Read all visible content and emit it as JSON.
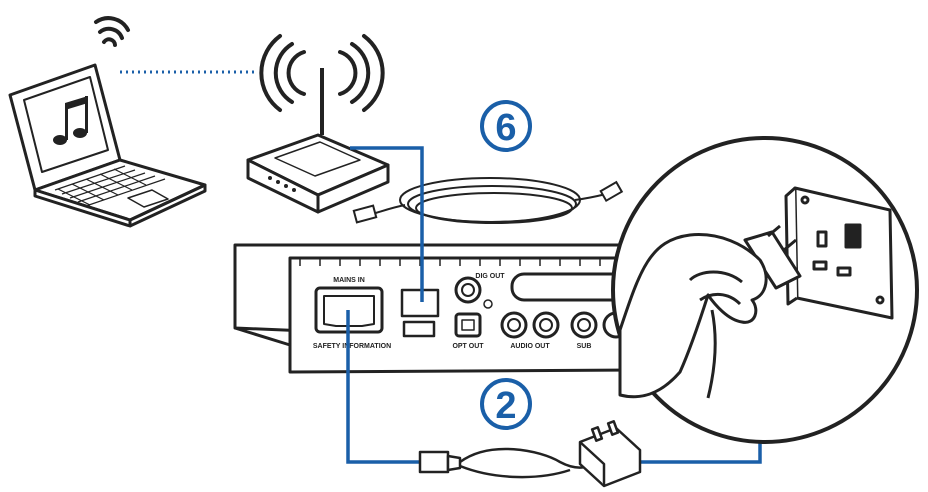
{
  "steps": {
    "network": "6",
    "power": "2"
  },
  "panel_labels": {
    "mains_in": "MAINS IN",
    "network_port": "",
    "dig_out": "DIG OUT",
    "safety": "SAFETY INFORMATION",
    "opt_out": "OPT OUT",
    "audio_out": "AUDIO OUT",
    "sub": "SUB"
  },
  "icons": {
    "laptop": "laptop-icon",
    "music": "music-note-icon",
    "wifi": "wifi-icon",
    "router": "router-icon",
    "cable": "ethernet-cable-icon",
    "plug": "uk-plug-icon",
    "socket": "wall-socket-icon"
  },
  "colors": {
    "connection": "#1a5fa8",
    "outline": "#222222",
    "step": "#1a5fa8"
  }
}
